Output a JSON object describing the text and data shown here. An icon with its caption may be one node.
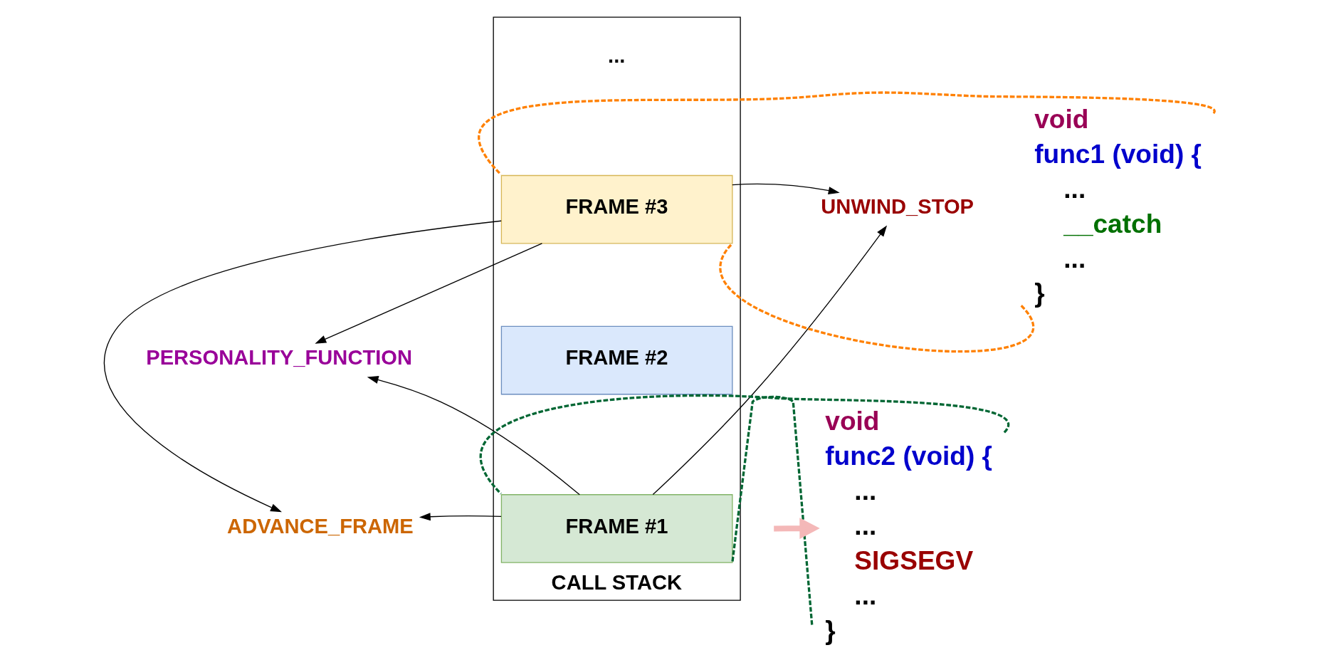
{
  "diagram": {
    "nodes": [
      {
        "text": [
          "CALL STACK"
        ]
      },
      {
        "text": [
          "..."
        ],
        "in": 0
      },
      {
        "text": [
          "FRAME #3"
        ],
        "in": 0
      },
      {
        "text": [
          "FRAME #2"
        ],
        "in": 0
      },
      {
        "text": [
          "FRAME #1"
        ],
        "in": 0
      },
      {
        "text": [
          "UNWIND_STOP"
        ]
      },
      {
        "text": [
          "PERSONALITY_FUNCTION"
        ]
      },
      {
        "text": [
          "ADVANCE_FRAME"
        ]
      },
      {
        "text": [
          "void",
          "func1 (void) {",
          "...",
          "__catch",
          "...",
          "}"
        ]
      },
      {
        "text": [
          "void",
          "func2 (void) {",
          "...",
          "...",
          "SIGSEGV",
          "...",
          "}"
        ]
      }
    ],
    "edges": [
      {
        "from": 8,
        "to": 2,
        "arrow": "none",
        "style": "dashed",
        "color": "#ff8000"
      },
      {
        "from": 8,
        "to": 2,
        "arrow": "none",
        "style": "dashed",
        "color": "#ff8000"
      },
      {
        "from": 9,
        "to": 4,
        "arrow": "none",
        "style": "dashed",
        "color": "#006633"
      },
      {
        "from": 9,
        "to": 4,
        "arrow": "none",
        "style": "dashed",
        "color": "#006633"
      },
      {
        "from": 2,
        "to": 5,
        "arrow": "to"
      },
      {
        "from": 2,
        "to": 6,
        "arrow": "to"
      },
      {
        "from": 2,
        "to": 7,
        "arrow": "to"
      },
      {
        "from": 4,
        "to": 5,
        "arrow": "to"
      },
      {
        "from": 4,
        "to": 6,
        "arrow": "to"
      },
      {
        "from": 4,
        "to": 7,
        "arrow": "to"
      },
      {
        "from": null,
        "to": 9,
        "arrow": "to",
        "style": "thick",
        "color": "#f4b8b8"
      }
    ]
  }
}
